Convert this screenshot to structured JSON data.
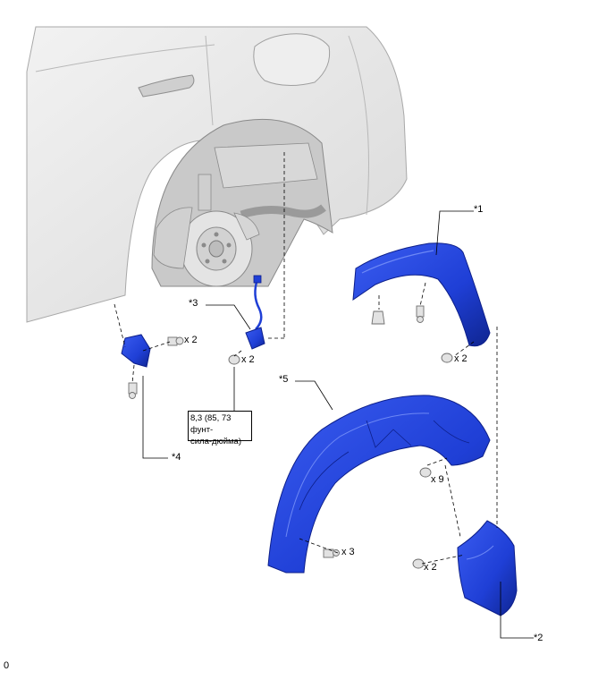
{
  "callouts": {
    "c1": "*1",
    "c2": "*2",
    "c3": "*3",
    "c4": "*4",
    "c5": "*5"
  },
  "quantities": {
    "bolt_bracket": "x 2",
    "nut_sensor": "x 2",
    "clip_flare": "x 2",
    "clip_liner_top": "x 9",
    "screw_liner_bottom": "x 3",
    "clip_mudguard": "x 2"
  },
  "torque": {
    "line1": "8,3 (85, 73 фунт-",
    "line2": "сила-дюйма)"
  },
  "footer_code": "0",
  "colors": {
    "part_blue": "#1f3fd6",
    "part_blue_dark": "#0d1f8a",
    "part_blue_light": "#5a78f0",
    "body_gray": "#e6e6e6",
    "line_gray": "#9a9a9a"
  }
}
